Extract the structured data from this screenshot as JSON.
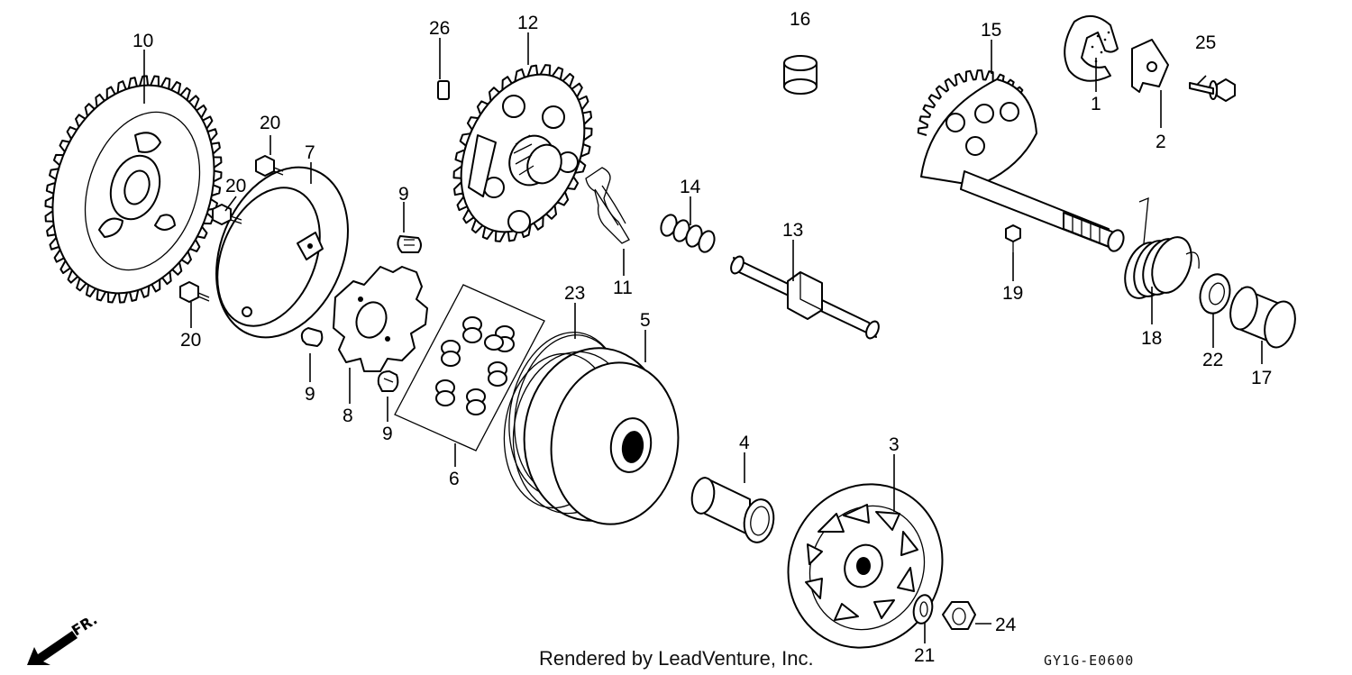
{
  "footer": {
    "credit": "Rendered by LeadVenture, Inc.",
    "diagram_code": "GY1G-E0600",
    "direction_label": "FR."
  },
  "callouts": {
    "p1": "1",
    "p2": "2",
    "p3": "3",
    "p4": "4",
    "p5": "5",
    "p6": "6",
    "p7": "7",
    "p8": "8",
    "p9a": "9",
    "p9b": "9",
    "p9c": "9",
    "p10": "10",
    "p11": "11",
    "p12": "12",
    "p13": "13",
    "p14": "14",
    "p15": "15",
    "p16": "16",
    "p17": "17",
    "p18": "18",
    "p19": "19",
    "p20a": "20",
    "p20b": "20",
    "p20c": "20",
    "p21": "21",
    "p22": "22",
    "p23": "23",
    "p24": "24",
    "p25": "25",
    "p26": "26"
  }
}
